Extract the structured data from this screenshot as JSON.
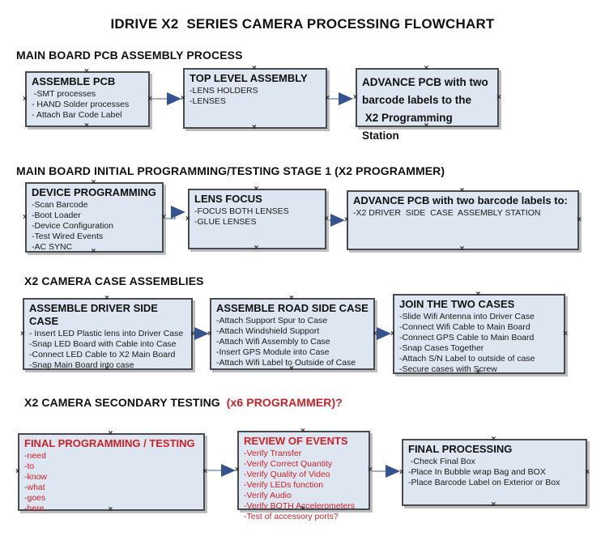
{
  "title": "IDRIVE X2  SERIES CAMERA PROCESSING FLOWCHART",
  "icons": {
    "connection_point": "×"
  },
  "colors": {
    "box_fill": "#dee6f2",
    "box_border": "#4a4b4f",
    "red": "#cc2127",
    "arrow_line": "#9ab0cb",
    "arrow_head": "#35548f"
  },
  "sections": [
    {
      "heading": "MAIN BOARD PCB ASSEMBLY PROCESS",
      "boxes": [
        {
          "title": "ASSEMBLE PCB",
          "items": [
            " -SMT processes",
            "- HAND Solder processes",
            "- Attach Bar Code Label"
          ]
        },
        {
          "title": "TOP LEVEL ASSEMBLY",
          "items": [
            "-LENS HOLDERS",
            "-LENSES"
          ]
        },
        {
          "title": "ADVANCE PCB with two\nbarcode labels to the\n X2 Programming Station",
          "items": []
        }
      ]
    },
    {
      "heading": "MAIN BOARD INITIAL PROGRAMMING/TESTING STAGE 1 (X2 PROGRAMMER)",
      "boxes": [
        {
          "title": "DEVICE PROGRAMMING",
          "items": [
            "-Scan Barcode",
            "-Boot Loader",
            "-Device Configuration",
            "-Test Wired Events",
            "-AC SYNC"
          ]
        },
        {
          "title": "LENS FOCUS",
          "items": [
            "-FOCUS BOTH LENSES",
            "-GLUE LENSES"
          ]
        },
        {
          "title": "ADVANCE PCB with two barcode labels to:",
          "items": [
            "-X2 DRIVER  SIDE  CASE  ASSEMBLY STATION"
          ]
        }
      ]
    },
    {
      "heading": "X2 CAMERA CASE ASSEMBLIES",
      "boxes": [
        {
          "title": "ASSEMBLE DRIVER SIDE CASE",
          "items": [
            "- Insert LED Plastic lens into Driver Case",
            "-Snap LED Board with Cable into Case",
            "-Connect LED Cable to X2 Main Board",
            "-Snap Main Board into case"
          ]
        },
        {
          "title": "ASSEMBLE ROAD SIDE CASE",
          "items": [
            "-Attach Support Spur to Case",
            "-Attach Windshield Support",
            "-Attach Wifi Assembly to Case",
            "-Insert GPS Module into Case",
            "-Attach Wifi Label to Outside of Case"
          ]
        },
        {
          "title": "JOIN THE TWO CASES",
          "items": [
            "-Slide Wifi Antenna into Driver Case",
            "-Connect Wifi Cable to Main Board",
            "-Connect GPS Cable to Main Board",
            "-Snap Cases Together",
            "-Attach S/N Label to outside of case",
            "-Secure cases with Screw"
          ]
        }
      ]
    },
    {
      "heading": "X2 CAMERA SECONDARY TESTING",
      "heading_red": "  (x6 PROGRAMMER)?",
      "boxes": [
        {
          "title": "FINAL PROGRAMMING / TESTING",
          "items": [
            "-need",
            "-to",
            "-know",
            "-what",
            "-goes",
            "-here"
          ]
        },
        {
          "title": "REVIEW OF EVENTS",
          "items": [
            "-Verify Transfer",
            "-Verify Correct Quantity",
            "-Verify Quality of Video",
            "-Verify LEDs function",
            "-Verify Audio",
            "-Verify BOTH Accelerometers",
            "-Test of accessory ports?"
          ]
        },
        {
          "title": "FINAL PROCESSING",
          "items": [
            " -Check Final Box",
            "-Place In Bubble wrap Bag and BOX",
            "-Place Barcode Label on Exterior or Box"
          ]
        }
      ]
    }
  ]
}
